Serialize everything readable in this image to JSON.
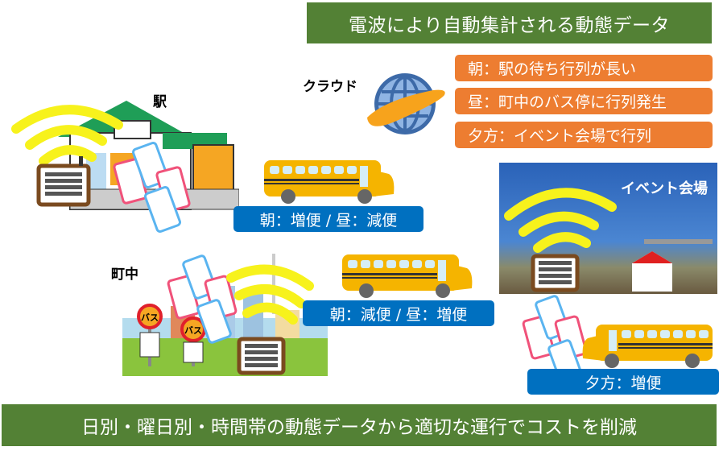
{
  "header": {
    "title": "電波により自動集計される動態データ"
  },
  "cloud": {
    "label": "クラウド",
    "icon": "globe-icon"
  },
  "observations": [
    {
      "label": "朝：駅の待ち行列が長い"
    },
    {
      "label": "昼：町中のバス停に行列発生"
    },
    {
      "label": "夕方：イベント会場で行列"
    }
  ],
  "locations": {
    "station": {
      "label": "駅",
      "bus_schedule": "朝：増便 / 昼：減便"
    },
    "town": {
      "label": "町中",
      "bus_stop_sign": "バス",
      "bus_schedule": "朝：減便 / 昼：増便"
    },
    "event": {
      "label": "イベント会場",
      "bus_schedule": "夕方：増便"
    }
  },
  "footer": {
    "summary": "日別・曜日別・時間帯の動態データから適切な運行でコストを削減"
  },
  "colors": {
    "banner_green": "#538135",
    "observation_orange": "#ed7d31",
    "schedule_blue": "#0070c0",
    "wifi_yellow": "#f7f21c",
    "bus_yellow": "#f5b400"
  }
}
